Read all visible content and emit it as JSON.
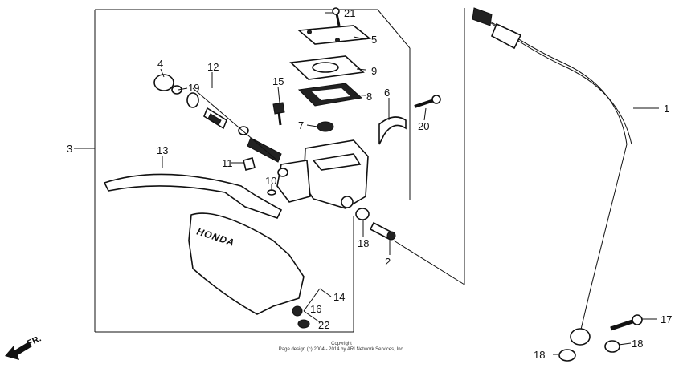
{
  "diagram": {
    "callouts": [
      "1",
      "2",
      "3",
      "4",
      "5",
      "6",
      "7",
      "8",
      "9",
      "10",
      "11",
      "12",
      "13",
      "14",
      "15",
      "16",
      "17",
      "18",
      "19",
      "20",
      "21",
      "22"
    ],
    "extra_callouts": {
      "18b": "18",
      "18c": "18"
    },
    "brand_text": "HONDA",
    "direction_label": "FR.",
    "copyright_line1": "Copyright",
    "copyright_line2": "Page design (c) 2004 - 2014 by ARI Network Services, Inc."
  }
}
